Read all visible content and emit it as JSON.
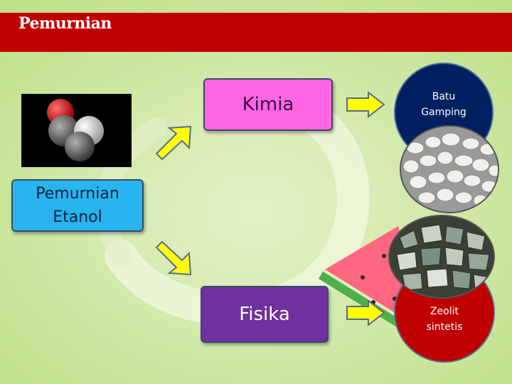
{
  "slide": {
    "title": "Pemurnian"
  },
  "boxes": {
    "kimia": "Kimia",
    "fisika": "Fisika",
    "etanol_line1": "Pemurnian",
    "etanol_line2": "Etanol"
  },
  "circles": {
    "batu_line1": "Batu",
    "batu_line2": "Gamping",
    "zeolit_line1": "Zeolit",
    "zeolit_line2": "sintetis"
  },
  "colors": {
    "title_bar": "#c00000",
    "kimia_box": "#ff66e6",
    "fisika_box": "#7030a0",
    "etanol_box": "#27b4ef",
    "batu_circle": "#002060",
    "zeolit_circle": "#c00000",
    "arrow_fill": "#ffff00"
  },
  "icons": [
    "molecule-image",
    "limestone-image",
    "zeolite-image",
    "watermelon-decor",
    "arrow-right-icon",
    "arrow-diagonal-icon"
  ]
}
